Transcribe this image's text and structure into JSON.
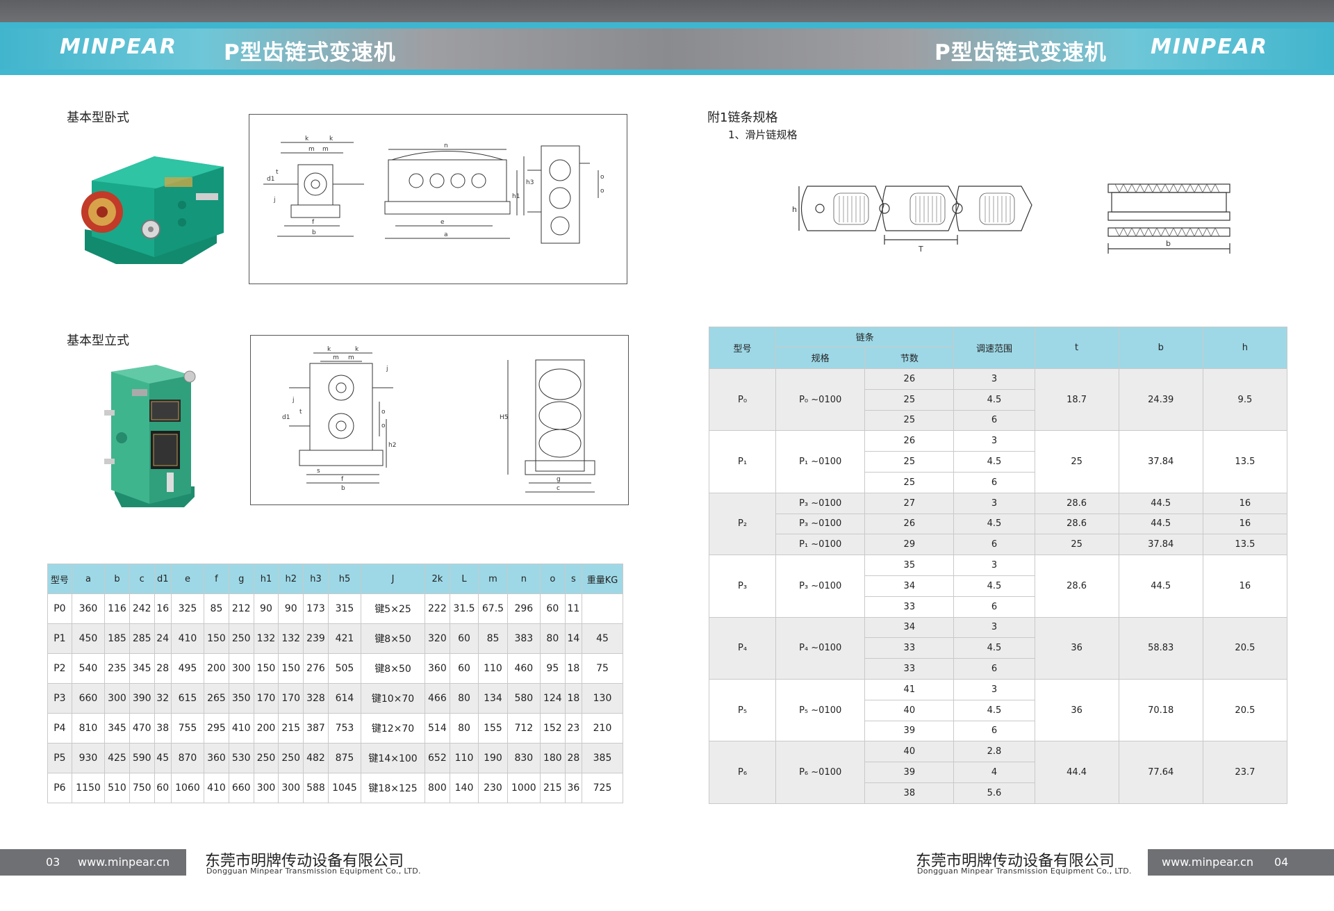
{
  "header": {
    "brand": "MINPEAR",
    "title": "P型齿链式变速机"
  },
  "left": {
    "section1": "基本型卧式",
    "section2": "基本型立式",
    "drawing1_labels": [
      "k",
      "k",
      "m",
      "m",
      "d1",
      "t",
      "j",
      "f",
      "b",
      "n",
      "e",
      "a",
      "h1",
      "h3",
      "o",
      "o"
    ],
    "drawing2_labels": [
      "k",
      "k",
      "m",
      "m",
      "j",
      "j",
      "d1",
      "t",
      "o",
      "o",
      "h2",
      "s",
      "f",
      "b",
      "H5",
      "g",
      "c"
    ],
    "spec_table": {
      "headers": [
        "型号",
        "a",
        "b",
        "c",
        "d1",
        "e",
        "f",
        "g",
        "h1",
        "h2",
        "h3",
        "h5",
        "J",
        "2k",
        "L",
        "m",
        "n",
        "o",
        "s",
        "重量KG"
      ],
      "rows": [
        [
          "P0",
          "360",
          "116",
          "242",
          "16",
          "325",
          "85",
          "212",
          "90",
          "90",
          "173",
          "315",
          "键5×25",
          "222",
          "31.5",
          "67.5",
          "296",
          "60",
          "11",
          ""
        ],
        [
          "P1",
          "450",
          "185",
          "285",
          "24",
          "410",
          "150",
          "250",
          "132",
          "132",
          "239",
          "421",
          "键8×50",
          "320",
          "60",
          "85",
          "383",
          "80",
          "14",
          "45"
        ],
        [
          "P2",
          "540",
          "235",
          "345",
          "28",
          "495",
          "200",
          "300",
          "150",
          "150",
          "276",
          "505",
          "键8×50",
          "360",
          "60",
          "110",
          "460",
          "95",
          "18",
          "75"
        ],
        [
          "P3",
          "660",
          "300",
          "390",
          "32",
          "615",
          "265",
          "350",
          "170",
          "170",
          "328",
          "614",
          "键10×70",
          "466",
          "80",
          "134",
          "580",
          "124",
          "18",
          "130"
        ],
        [
          "P4",
          "810",
          "345",
          "470",
          "38",
          "755",
          "295",
          "410",
          "200",
          "215",
          "387",
          "753",
          "键12×70",
          "514",
          "80",
          "155",
          "712",
          "152",
          "23",
          "210"
        ],
        [
          "P5",
          "930",
          "425",
          "590",
          "45",
          "870",
          "360",
          "530",
          "250",
          "250",
          "482",
          "875",
          "键14×100",
          "652",
          "110",
          "190",
          "830",
          "180",
          "28",
          "385"
        ],
        [
          "P6",
          "1150",
          "510",
          "750",
          "60",
          "1060",
          "410",
          "660",
          "300",
          "300",
          "588",
          "1045",
          "键18×125",
          "800",
          "140",
          "230",
          "1000",
          "215",
          "36",
          "725"
        ]
      ]
    }
  },
  "right": {
    "section": "附1链条规格",
    "subsection": "1、滑片链规格",
    "fig_labels": {
      "h": "h",
      "T": "T",
      "b": "b"
    },
    "chain_table": {
      "h_model": "型号",
      "h_chain": "链条",
      "h_spec": "规格",
      "h_links": "节数",
      "h_range": "调速范围",
      "h_t": "t",
      "h_b": "b",
      "h_h": "h",
      "groups": [
        {
          "model": "P₀",
          "spec": "P₀ ~0100",
          "rows": [
            [
              "26",
              "3"
            ],
            [
              "25",
              "4.5"
            ],
            [
              "25",
              "6"
            ]
          ],
          "t": "18.7",
          "b": "24.39",
          "h": "9.5"
        },
        {
          "model": "P₁",
          "spec": "P₁ ~0100",
          "rows": [
            [
              "26",
              "3"
            ],
            [
              "25",
              "4.5"
            ],
            [
              "25",
              "6"
            ]
          ],
          "t": "25",
          "b": "37.84",
          "h": "13.5"
        },
        {
          "model": "P₂",
          "spec_rows": [
            {
              "spec": "P₃ ~0100",
              "links": "27",
              "range": "3",
              "t": "28.6",
              "b": "44.5",
              "h": "16"
            },
            {
              "spec": "P₃ ~0100",
              "links": "26",
              "range": "4.5",
              "t": "28.6",
              "b": "44.5",
              "h": "16"
            },
            {
              "spec": "P₁ ~0100",
              "links": "29",
              "range": "6",
              "t": "25",
              "b": "37.84",
              "h": "13.5"
            }
          ]
        },
        {
          "model": "P₃",
          "spec": "P₃ ~0100",
          "rows": [
            [
              "35",
              "3"
            ],
            [
              "34",
              "4.5"
            ],
            [
              "33",
              "6"
            ]
          ],
          "t": "28.6",
          "b": "44.5",
          "h": "16"
        },
        {
          "model": "P₄",
          "spec": "P₄ ~0100",
          "rows": [
            [
              "34",
              "3"
            ],
            [
              "33",
              "4.5"
            ],
            [
              "33",
              "6"
            ]
          ],
          "t": "36",
          "b": "58.83",
          "h": "20.5"
        },
        {
          "model": "P₅",
          "spec": "P₅ ~0100",
          "rows": [
            [
              "41",
              "3"
            ],
            [
              "40",
              "4.5"
            ],
            [
              "39",
              "6"
            ]
          ],
          "t": "36",
          "b": "70.18",
          "h": "20.5"
        },
        {
          "model": "P₆",
          "spec": "P₆ ~0100",
          "rows": [
            [
              "40",
              "2.8"
            ],
            [
              "39",
              "4"
            ],
            [
              "38",
              "5.6"
            ]
          ],
          "t": "44.4",
          "b": "77.64",
          "h": "23.7"
        }
      ]
    }
  },
  "footer": {
    "page_left": "03",
    "page_right": "04",
    "url": "www.minpear.cn",
    "company_cn": "东莞市明牌传动设备有限公司",
    "company_en": "Dongguan Minpear Transmission Equipment Co., LTD."
  },
  "colors": {
    "header_cyan": "#42b7cf",
    "header_gray": "#6f7074",
    "table_header": "#9ed8e6",
    "machine_green": "#19a88a"
  }
}
